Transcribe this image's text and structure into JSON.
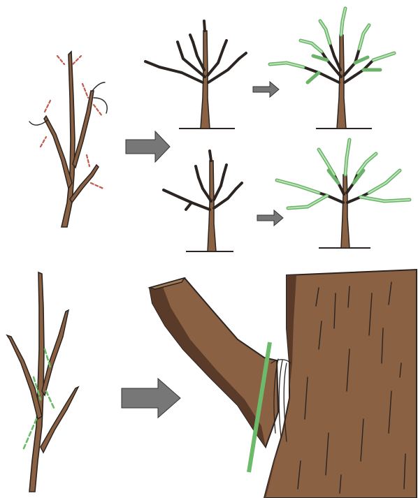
{
  "diagram": {
    "colors": {
      "bark": "#8b6144",
      "bark_dark": "#5a3a28",
      "bark_light": "#a37a55",
      "outline": "#2b2420",
      "branch_dark": "#3b2a26",
      "cut_mark": "#c05b4d",
      "pruned_growth": "#c96b5f",
      "new_growth": "#8fd08b",
      "new_growth_outline": "#6cb26a",
      "arrow": "#777777",
      "cut_line": "#6cbb6a",
      "ground": "#2b2420"
    },
    "panels": [
      {
        "id": "whip-with-cut-marks",
        "icon": "sapling-with-red-cut-marks"
      },
      {
        "id": "scaffold-tree-top",
        "icon": "young-tree-red-tips"
      },
      {
        "id": "grown-tree-top",
        "icon": "tree-with-green-new-shoots"
      },
      {
        "id": "scaffold-tree-bottom",
        "icon": "young-tree-red-tips"
      },
      {
        "id": "grown-tree-bottom",
        "icon": "tree-with-green-new-shoots"
      },
      {
        "id": "shoot-with-green-cut-marks",
        "icon": "forked-shoot-green-cut-marks"
      },
      {
        "id": "branch-collar-closeup",
        "icon": "trunk-branch-collar-green-cut-line"
      }
    ],
    "arrows": [
      "large-arrow-top",
      "small-arrow-upper",
      "small-arrow-lower",
      "large-arrow-bottom"
    ]
  }
}
